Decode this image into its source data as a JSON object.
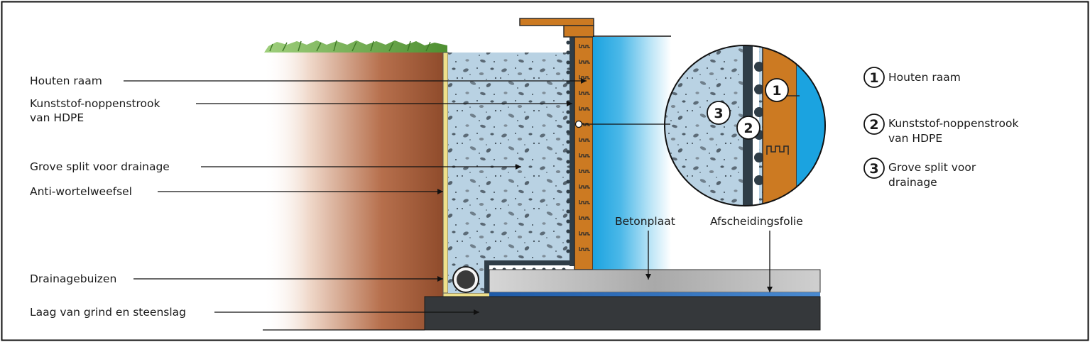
{
  "labels": {
    "houten_raam": "Houten raam",
    "noppen_1": "Kunststof-noppenstrook",
    "noppen_2": "van HDPE",
    "split": "Grove split voor drainage",
    "anti": "Anti-wortelweefsel",
    "drain": "Drainagebuizen",
    "grind": "Laag van grind en steenslag",
    "beton": "Betonplaat",
    "folie": "Afscheidingsfolie"
  },
  "legend": [
    {
      "num": "1",
      "line1": "Houten raam",
      "line2": ""
    },
    {
      "num": "2",
      "line1": "Kunststof-noppenstrook",
      "line2": "van HDPE"
    },
    {
      "num": "3",
      "line1": "Grove split voor",
      "line2": "drainage"
    }
  ],
  "detail_markers": [
    "1",
    "2",
    "3"
  ],
  "colors": {
    "soil_light": "#f2e1d6",
    "soil_dark": "#8e4a2a",
    "gravel": "#b6cfe1",
    "wood": "#cc7a22",
    "water": "#29a8df",
    "concrete": "#c9c9c9",
    "membrane": "#2b6cb3",
    "base": "#333538",
    "grass": "#5d9a3b"
  }
}
